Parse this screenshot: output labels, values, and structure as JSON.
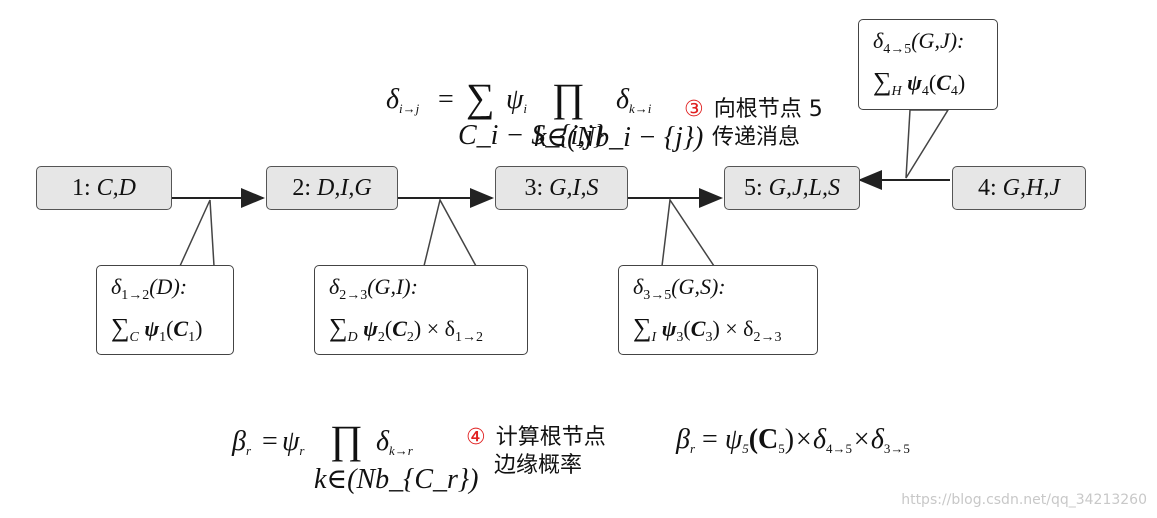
{
  "nodes": [
    {
      "id": "1",
      "label": "1:",
      "vars": "C,D"
    },
    {
      "id": "2",
      "label": "2:",
      "vars": "D,I,G"
    },
    {
      "id": "3",
      "label": "3:",
      "vars": "G,I,S"
    },
    {
      "id": "5",
      "label": "5:",
      "vars": "G,J,L,S"
    },
    {
      "id": "4",
      "label": "4:",
      "vars": "G,H,J"
    }
  ],
  "messages": [
    {
      "name": "δ",
      "sub": "1→2",
      "scope": "(D):",
      "sum_sub": "C",
      "psi_sub": "1",
      "clique": "C",
      "clique_sub": "1",
      "times": ""
    },
    {
      "name": "δ",
      "sub": "2→3",
      "scope": "(G,I):",
      "sum_sub": "D",
      "psi_sub": "2",
      "clique": "C",
      "clique_sub": "2",
      "times": "× δ",
      "times_sub": "1→2"
    },
    {
      "name": "δ",
      "sub": "3→5",
      "scope": "(G,S):",
      "sum_sub": "I",
      "psi_sub": "3",
      "clique": "C",
      "clique_sub": "3",
      "times": "× δ",
      "times_sub": "2→3"
    },
    {
      "name": "δ",
      "sub": "4→5",
      "scope": "(G,J):",
      "sum_sub": "H",
      "psi_sub": "4",
      "clique": "C",
      "clique_sub": "4",
      "times": ""
    }
  ],
  "formula_message": {
    "lhs": "δ",
    "lhs_sub": "i→j",
    "eq": "=",
    "sigma": "∑",
    "sigma_lim": "C_i − S_{i,j}",
    "psi": "ψ",
    "psi_sub": "i",
    "prod": "∏",
    "prod_lim": "k∈(Nb_i − {j})",
    "delta": "δ",
    "delta_sub": "k→i"
  },
  "formula_belief": {
    "lhs": "β",
    "lhs_sub": "r",
    "eq": "=",
    "psi": "ψ",
    "psi_sub": "r",
    "prod": "∏",
    "prod_lim": "k∈(Nb_{C_r})",
    "delta": "δ",
    "delta_sub": "k→r"
  },
  "formula_belief_root": {
    "lhs": "β",
    "lhs_sub": "r",
    "eq": "=",
    "psi": "ψ",
    "psi_sub": "5",
    "clique": "(C",
    "clique_sub": "5",
    "close": ")",
    "times1": "×δ",
    "times1_sub": "4→5",
    "times2": "×δ",
    "times2_sub": "3→5"
  },
  "step3": {
    "num": "③",
    "line1": "向根节点 5",
    "line2": "传递消息"
  },
  "step4": {
    "num": "④",
    "line1": "计算根节点",
    "line2": "边缘概率"
  },
  "watermark": "https://blog.csdn.net/qq_34213260"
}
